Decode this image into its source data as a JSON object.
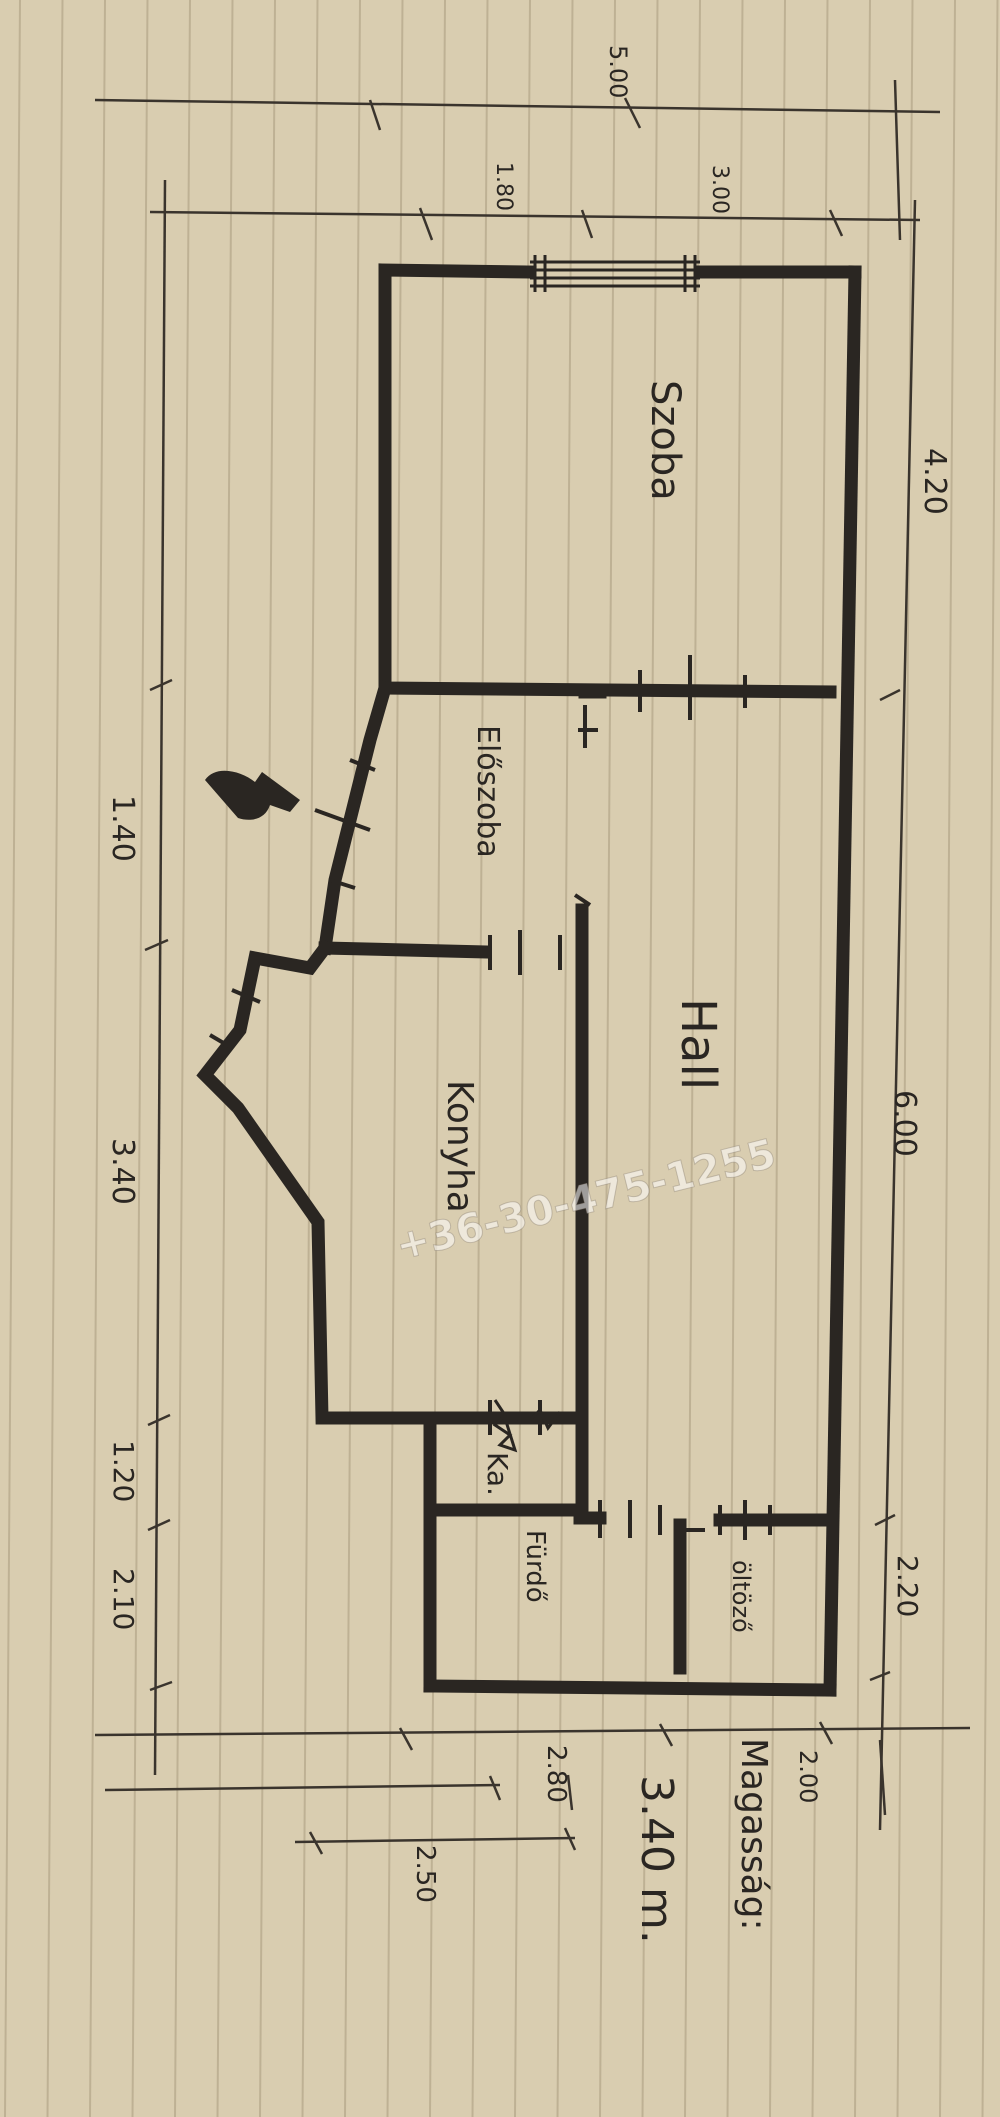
{
  "rooms": {
    "szoba": "Szoba",
    "eloszoba": "Előszoba",
    "hall": "Hall",
    "konyha": "Konyha",
    "kamra": "Ka.",
    "furdo": "Fürdő",
    "oltozo": "öltöző"
  },
  "dimensions": {
    "d_5_00": "5.00",
    "d_1_80": "1.80",
    "d_3_00": "3.00",
    "d_4_20": "4.20",
    "d_1_40": "1.40",
    "d_6_00": "6.00",
    "d_3_40": "3.40",
    "d_1_20": "1.20",
    "d_2_10": "2.10",
    "d_2_20": "2.20",
    "d_2_00": "2.00",
    "d_2_80": "2.80",
    "d_2_50": "2.50"
  },
  "height_note": {
    "label": "Magasság:",
    "value": "3.40 m."
  },
  "watermark": "+36-30-475-1255",
  "colors": {
    "paper": "#d9cdb0",
    "rule_line": "#b8ab8e",
    "ink": "#2a2622"
  }
}
